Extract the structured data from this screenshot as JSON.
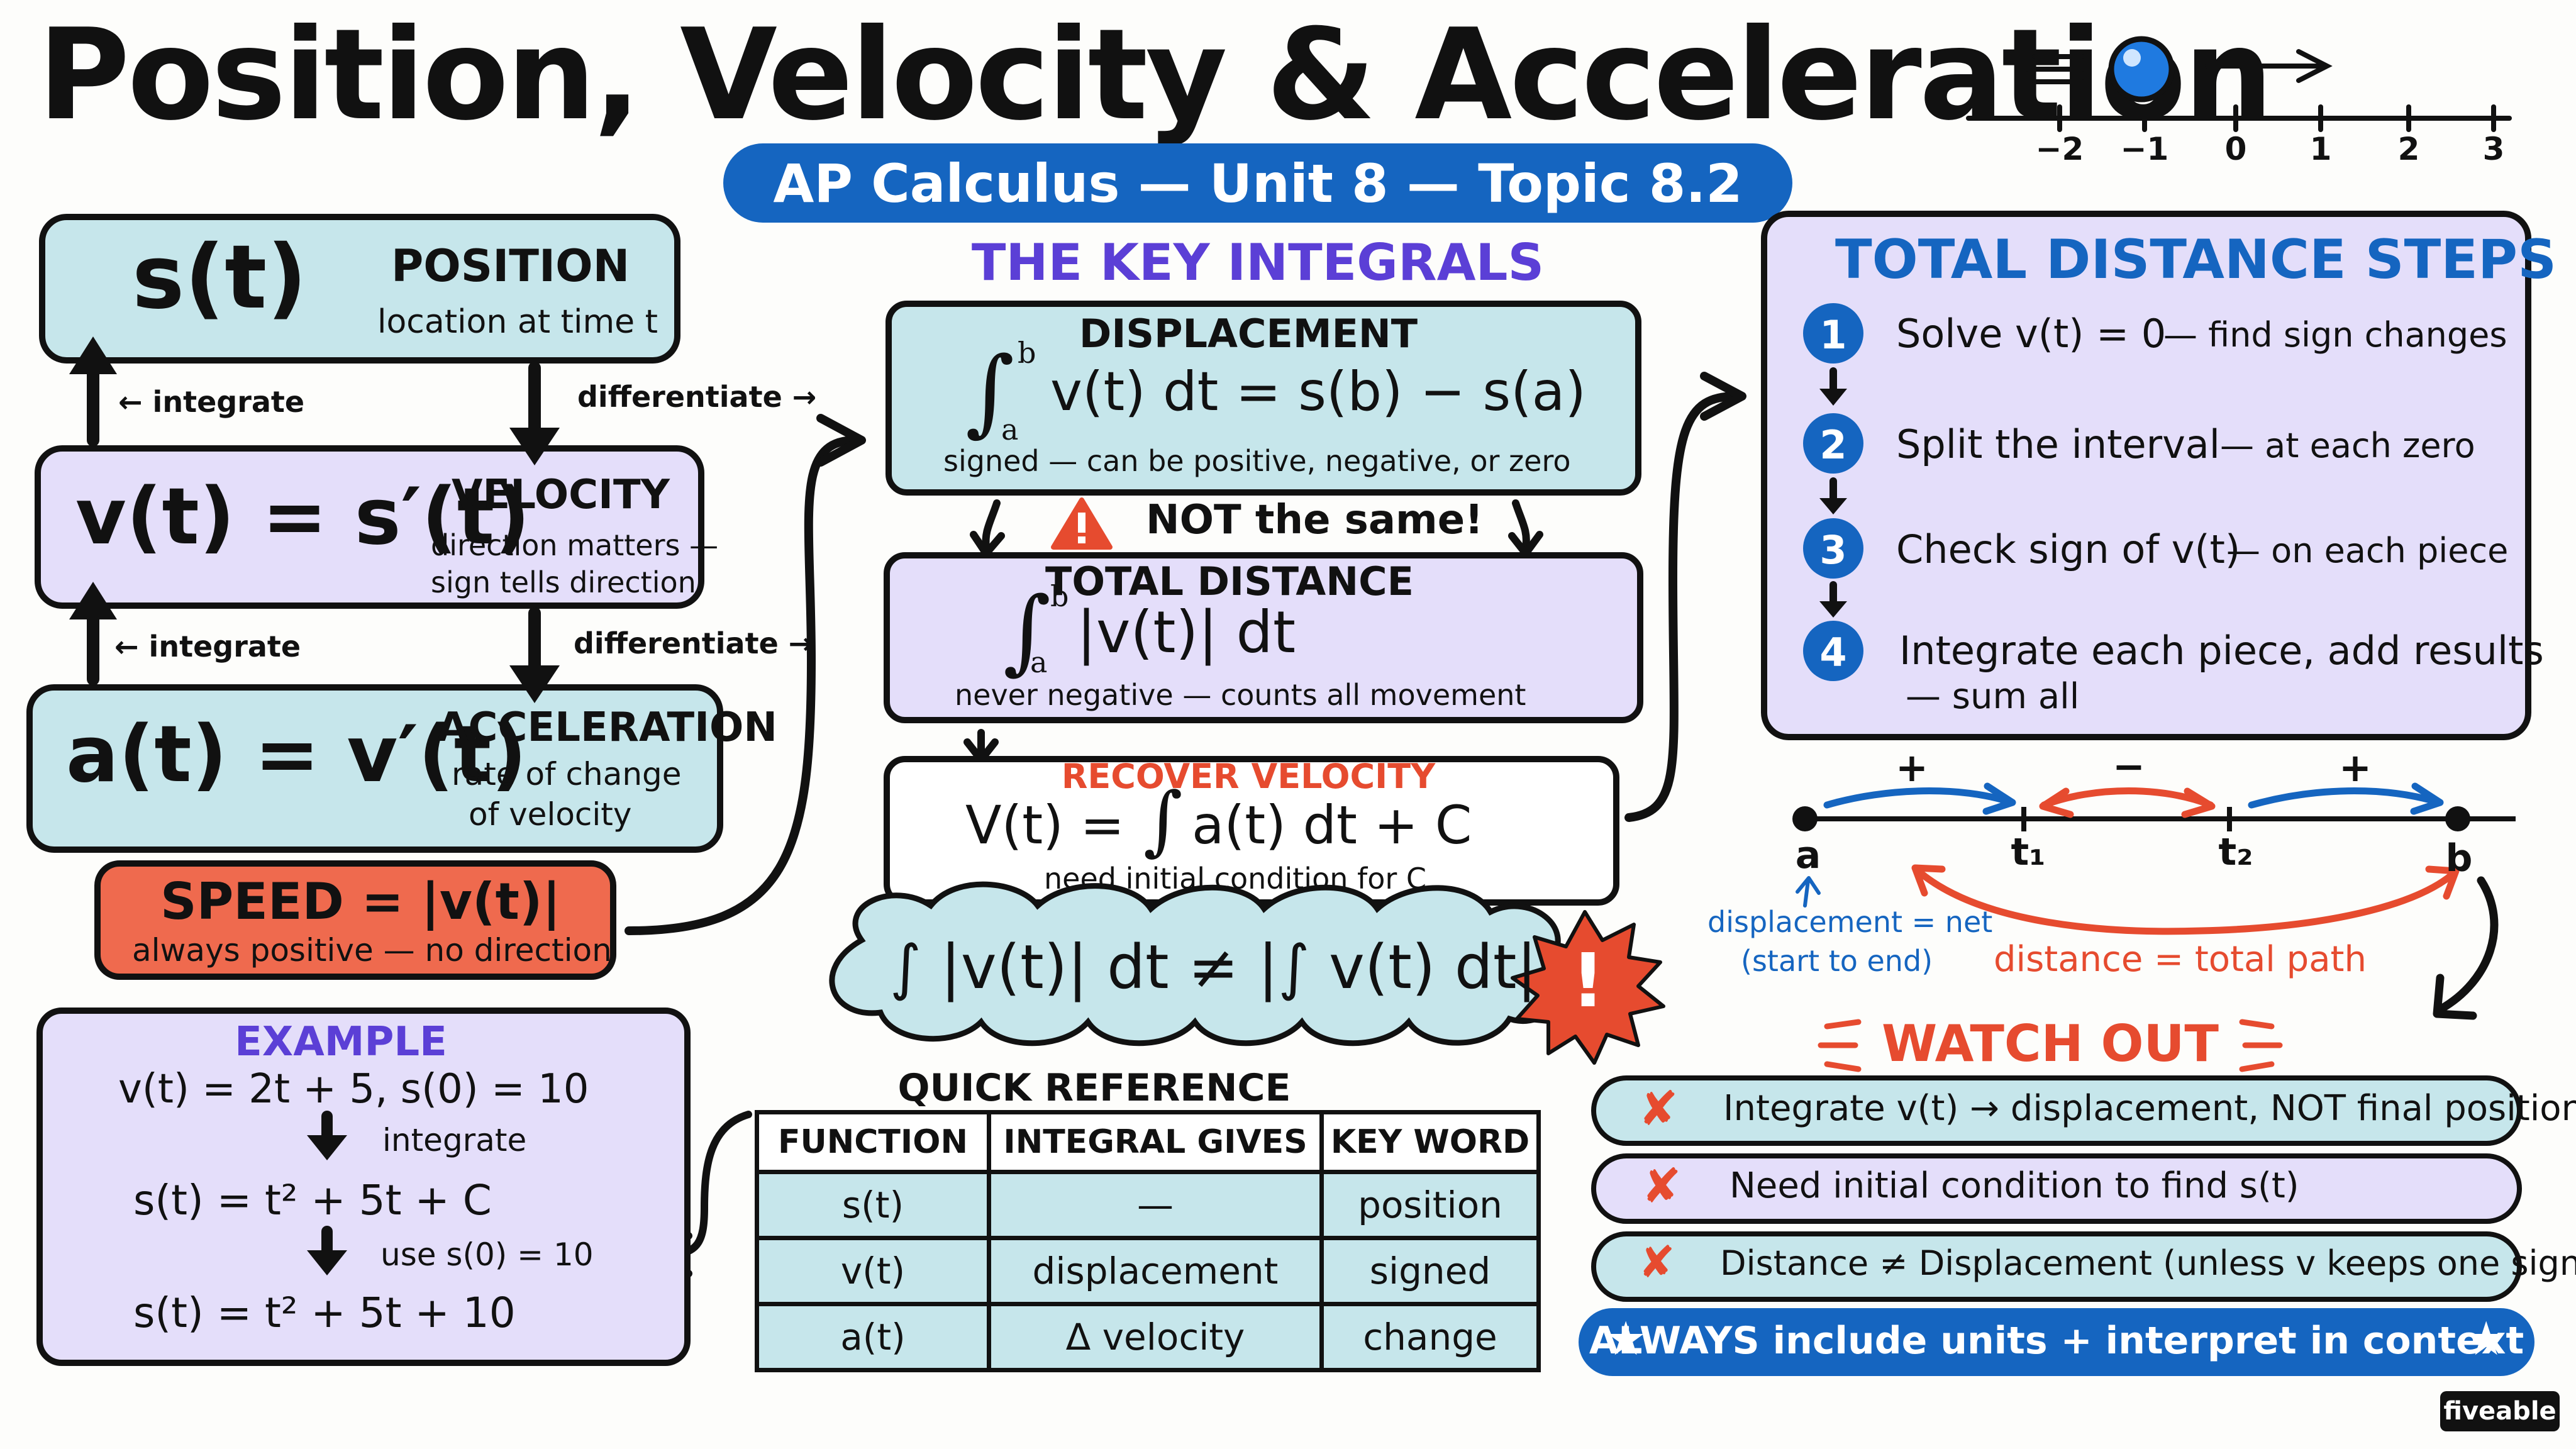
{
  "header": {
    "title": "Position, Velocity & Acceleration",
    "subtitle": "AP Calculus — Unit 8 — Topic 8.2",
    "number_line": [
      "−2",
      "−1",
      "0",
      "1",
      "2",
      "3"
    ]
  },
  "chain": {
    "position": {
      "symbol": "s(t)",
      "title": "POSITION",
      "desc": "location at time t"
    },
    "velocity": {
      "symbol": "v(t) = s′(t)",
      "title": "VELOCITY",
      "desc1": "direction matters —",
      "desc2": "sign tells direction"
    },
    "acceleration": {
      "symbol": "a(t) = v′(t)",
      "title": "ACCELERATION",
      "desc1": "rate of change",
      "desc2": "of velocity"
    },
    "integrate_1": "← integrate",
    "differentiate_1": "differentiate →",
    "integrate_2": "← integrate",
    "differentiate_2": "differentiate →",
    "speed": {
      "title": "SPEED = |v(t)|",
      "desc": "always positive — no direction"
    }
  },
  "key_integrals": {
    "heading": "THE KEY INTEGRALS",
    "displacement": {
      "title": "DISPLACEMENT",
      "formula": "v(t) dt = s(b) − s(a)",
      "lower": "a",
      "upper": "b",
      "note": "signed — can be positive, negative, or zero"
    },
    "not_same": "NOT the same!",
    "total_distance": {
      "title": "TOTAL DISTANCE",
      "formula": "|v(t)| dt",
      "lower": "a",
      "upper": "b",
      "note": "never negative — counts all movement"
    },
    "recover": {
      "title": "RECOVER VELOCITY",
      "formula_left": "V(t) =",
      "formula_right": "a(t) dt + C",
      "note": "need initial condition for C"
    },
    "inequality": "∫ |v(t)| dt ≠ |∫ v(t) dt|",
    "warning_mark": "!"
  },
  "total_distance_steps": {
    "heading": "TOTAL DISTANCE STEPS",
    "steps": [
      {
        "n": "1",
        "main": "Solve v(t) = 0",
        "sub": "— find sign changes"
      },
      {
        "n": "2",
        "main": "Split the interval",
        "sub": "— at each zero"
      },
      {
        "n": "3",
        "main": "Check sign of v(t)",
        "sub": "— on each piece"
      },
      {
        "n": "4",
        "main": "Integrate each piece, add results",
        "sub": "— sum all"
      }
    ]
  },
  "sign_diagram": {
    "signs": [
      "+",
      "−",
      "+"
    ],
    "points": [
      "a",
      "t₁",
      "t₂",
      "b"
    ],
    "displacement_note_1": "displacement = net",
    "displacement_note_2": "(start to end)",
    "distance_note": "distance = total path",
    "colors": {
      "blue": "#1565c0",
      "red": "#e64b2f"
    }
  },
  "watch_out": {
    "heading": "WATCH OUT",
    "items": [
      "Integrate v(t) → displacement, NOT final position",
      "Need initial condition to find s(t)",
      "Distance ≠ Displacement (unless v keeps one sign)"
    ],
    "banner": "ALWAYS include units + interpret in context"
  },
  "example": {
    "heading": "EXAMPLE",
    "line1": "v(t) = 2t + 5,   s(0) = 10",
    "step1": "integrate",
    "line2": "s(t) = t² + 5t + C",
    "step2": "use  s(0) = 10",
    "line3": "s(t) = t² + 5t + 10"
  },
  "quick_reference": {
    "heading": "QUICK REFERENCE",
    "columns": [
      "FUNCTION",
      "INTEGRAL GIVES",
      "KEY WORD"
    ],
    "rows": [
      [
        "s(t)",
        "—",
        "position"
      ],
      [
        "v(t)",
        "displacement",
        "signed"
      ],
      [
        "a(t)",
        "Δ velocity",
        "change"
      ]
    ]
  },
  "brand": "fiveable",
  "colors": {
    "blue_box": "#c6e6eb",
    "lavender_box": "#e4defa",
    "red_box": "#ef6a4e",
    "banner_blue": "#1565c0",
    "heading_purple": "#5b3fd6",
    "accent_red": "#e64b2f"
  }
}
